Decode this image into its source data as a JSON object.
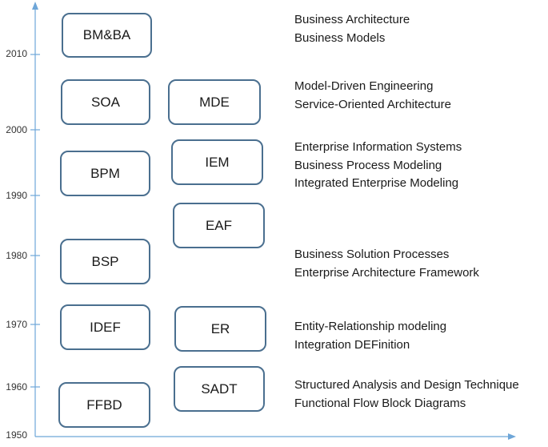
{
  "colors": {
    "axis": "#6ea6d8",
    "box_border": "#4a6f8f",
    "text": "#1a1a1a"
  },
  "axis": {
    "ticks": [
      {
        "year": "2010"
      },
      {
        "year": "2000"
      },
      {
        "year": "1990"
      },
      {
        "year": "1980"
      },
      {
        "year": "1970"
      },
      {
        "year": "1960"
      },
      {
        "year": "1950"
      }
    ]
  },
  "boxes": [
    {
      "id": "bmba",
      "label": "BM&BA"
    },
    {
      "id": "soa",
      "label": "SOA"
    },
    {
      "id": "mde",
      "label": "MDE"
    },
    {
      "id": "iem",
      "label": "IEM"
    },
    {
      "id": "bpm",
      "label": "BPM"
    },
    {
      "id": "eaf",
      "label": "EAF"
    },
    {
      "id": "bsp",
      "label": "BSP"
    },
    {
      "id": "idef",
      "label": "IDEF"
    },
    {
      "id": "er",
      "label": "ER"
    },
    {
      "id": "sadt",
      "label": "SADT"
    },
    {
      "id": "ffbd",
      "label": "FFBD"
    }
  ],
  "descriptions": [
    {
      "lines": [
        "Business Architecture",
        "Business Models"
      ]
    },
    {
      "lines": [
        "Model-Driven Engineering",
        "Service-Oriented Architecture"
      ]
    },
    {
      "lines": [
        "Enterprise Information Systems",
        "Business Process Modeling",
        "Integrated Enterprise Modeling"
      ]
    },
    {
      "lines": [
        "Business Solution Processes",
        "Enterprise Architecture Framework"
      ]
    },
    {
      "lines": [
        "Entity-Relationship modeling",
        "Integration DEFinition"
      ]
    },
    {
      "lines": [
        "Structured Analysis and Design Technique",
        "Functional Flow Block Diagrams"
      ]
    }
  ]
}
